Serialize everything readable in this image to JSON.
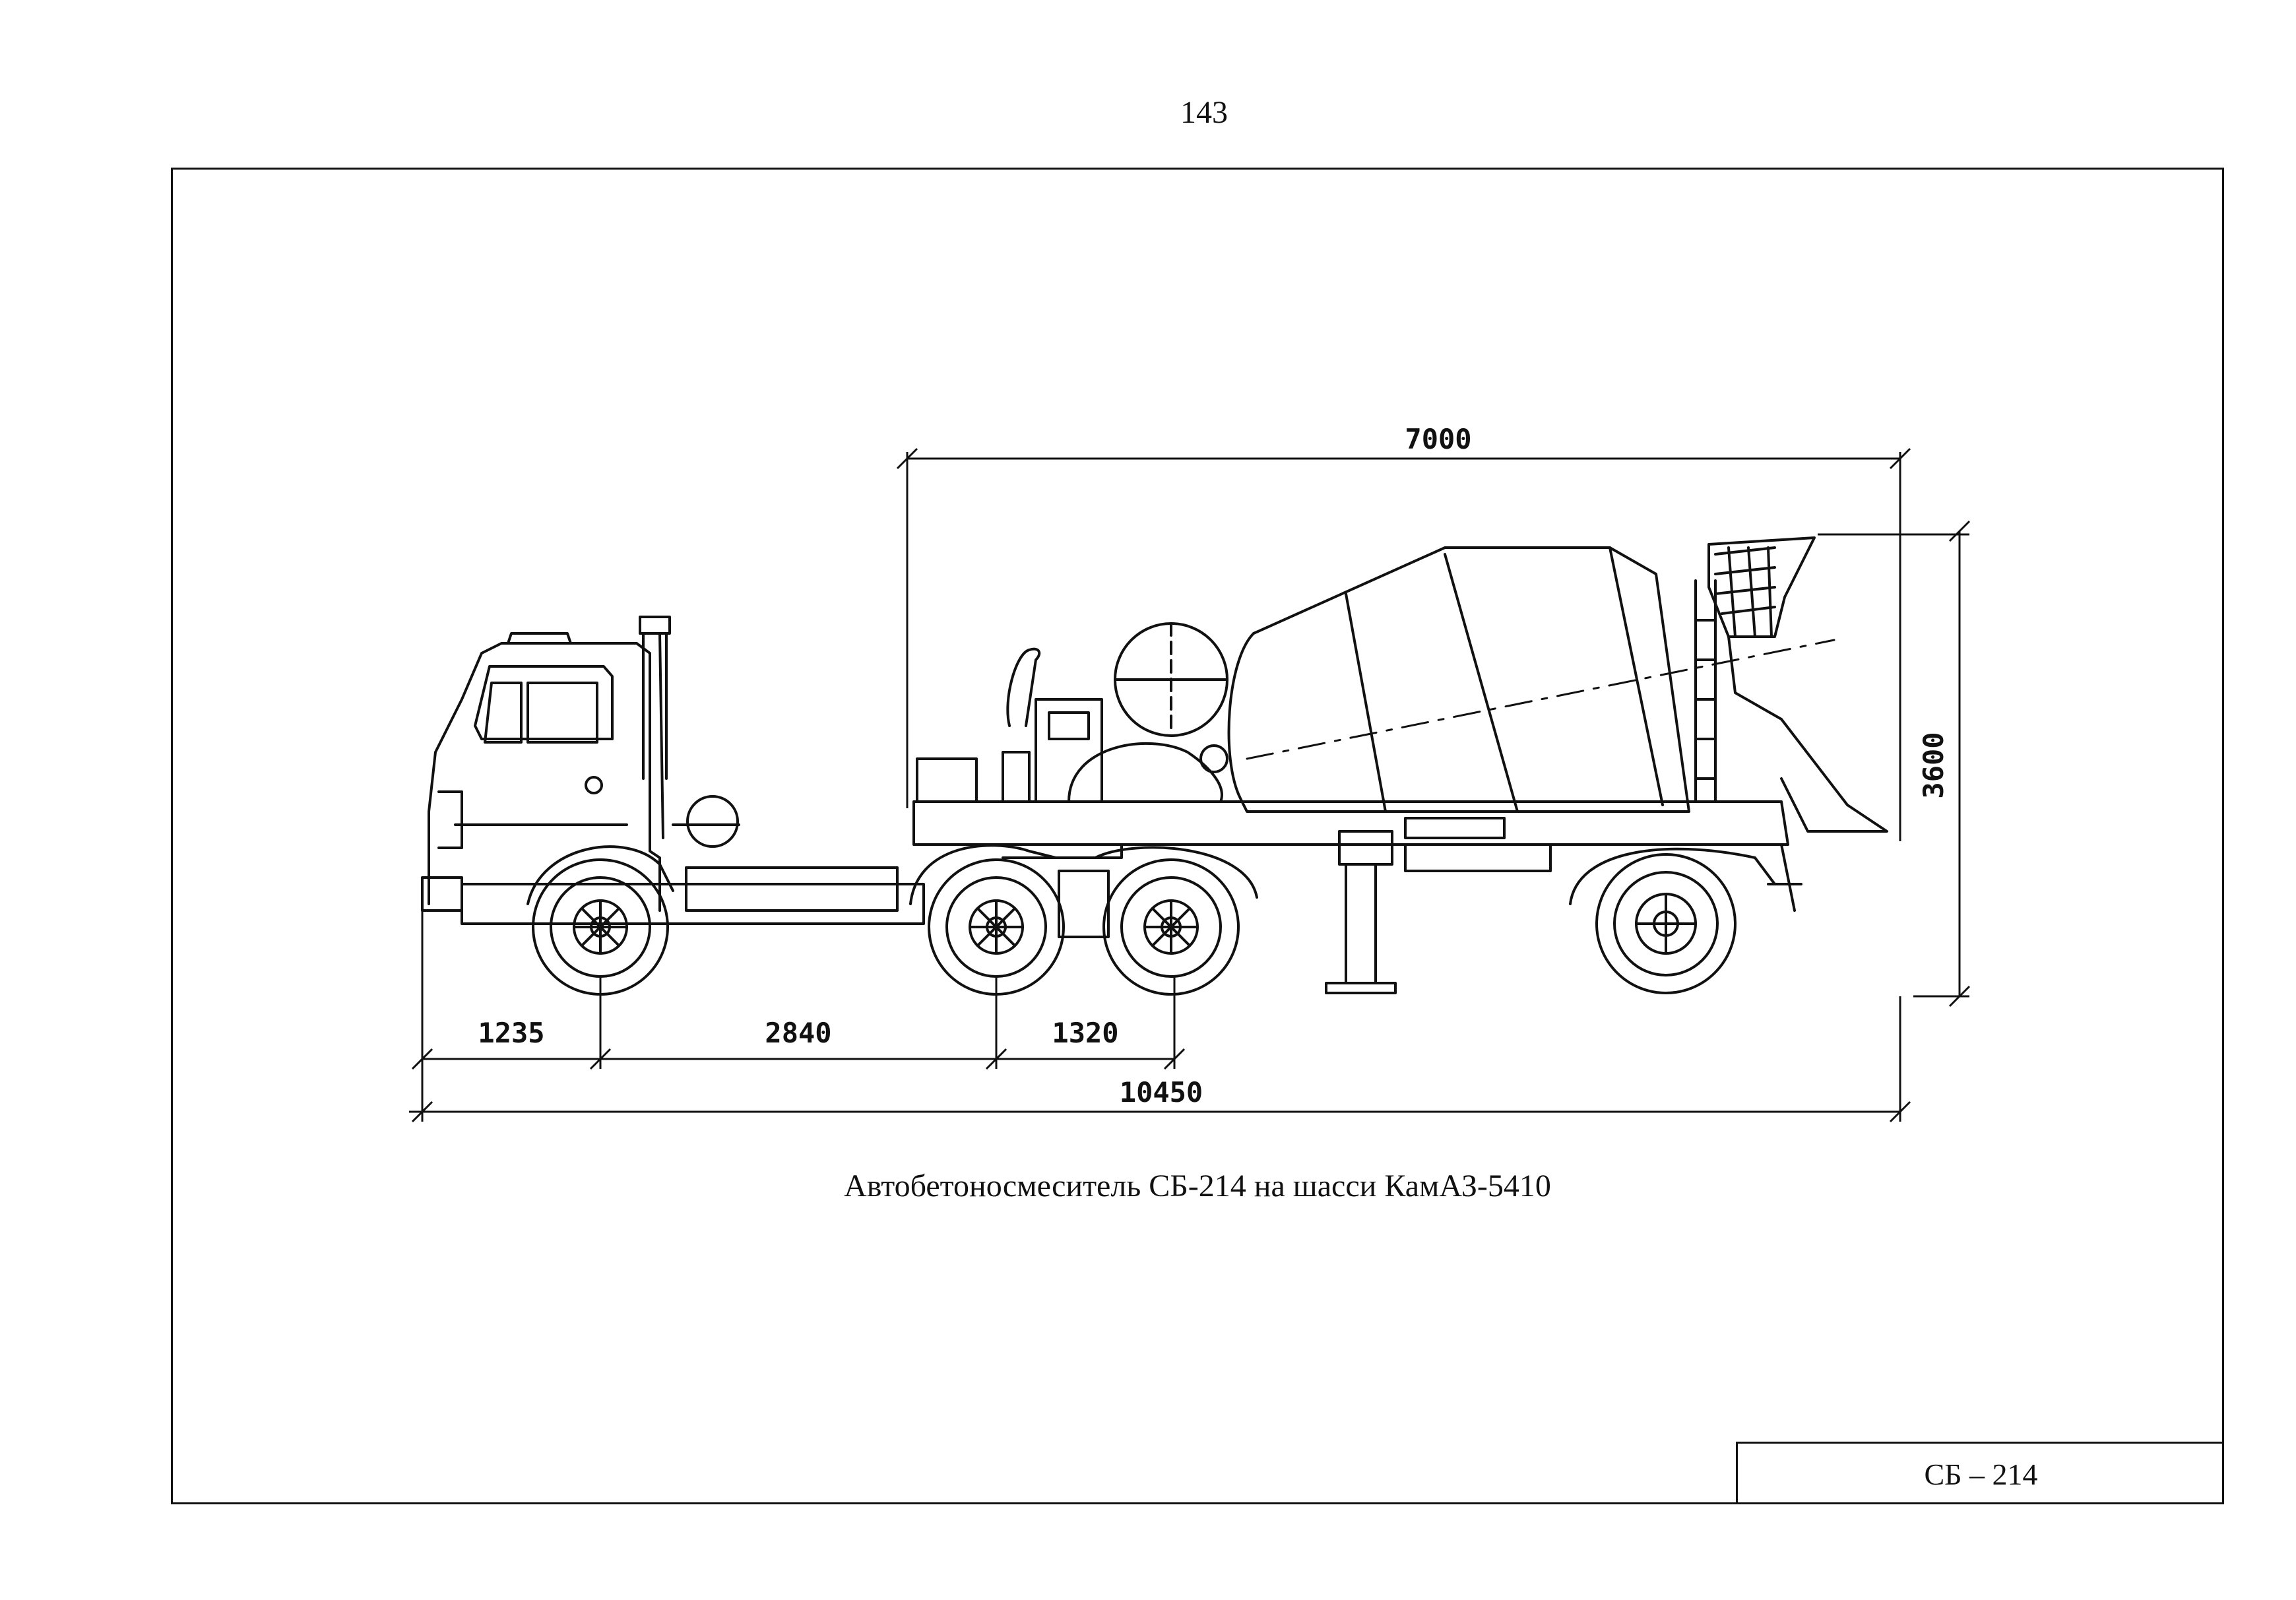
{
  "page": {
    "number": "143"
  },
  "caption": "Автобетоносмеситель СБ-214 на шасси КамАЗ-5410",
  "title_block": {
    "label": "СБ – 214"
  },
  "dimensions": {
    "mixer_length": "7000",
    "height": "3600",
    "front_overhang": "1235",
    "wheelbase": "2840",
    "tandem_spacing": "1320",
    "overall_length": "10450"
  }
}
